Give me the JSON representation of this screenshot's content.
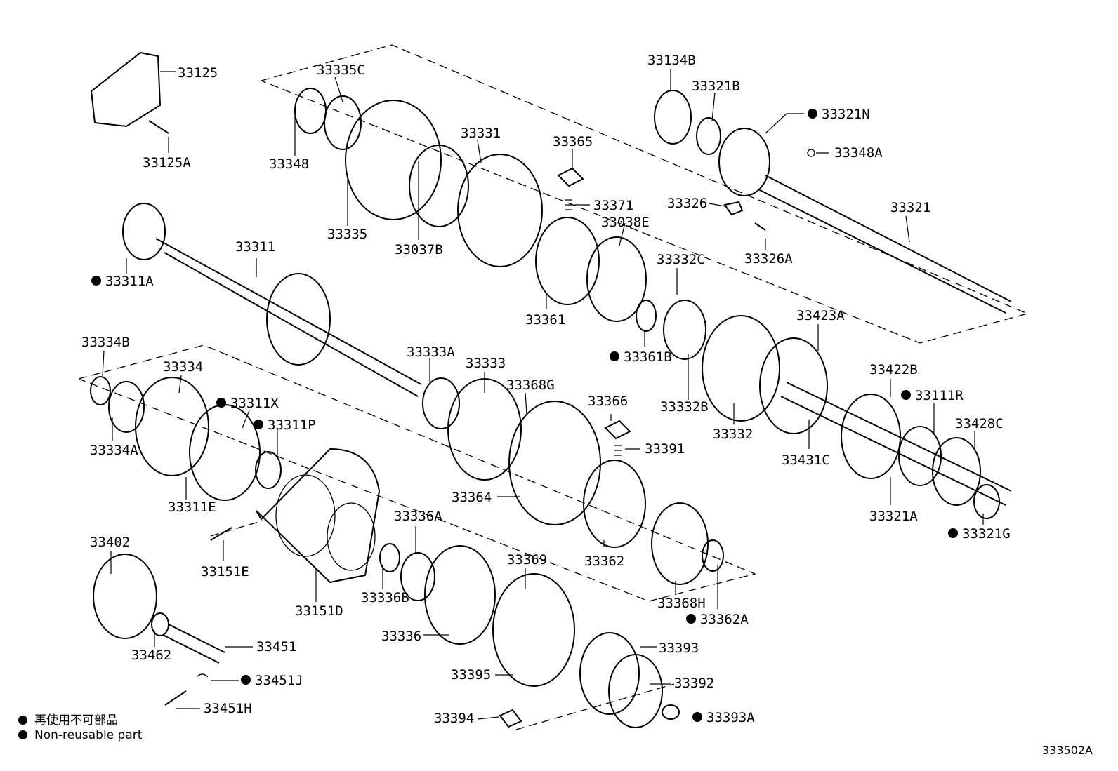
{
  "legend": {
    "jp": "再使用不可部品",
    "en": "Non-reusable part"
  },
  "reference_code": "333502A",
  "parts": [
    {
      "id": "33125",
      "text": "33125",
      "non_reusable": false
    },
    {
      "id": "33125A",
      "text": "33125A",
      "non_reusable": false
    },
    {
      "id": "33335C",
      "text": "33335C",
      "non_reusable": false
    },
    {
      "id": "33348",
      "text": "33348",
      "non_reusable": false
    },
    {
      "id": "33331",
      "text": "33331",
      "non_reusable": false
    },
    {
      "id": "33335",
      "text": "33335",
      "non_reusable": false
    },
    {
      "id": "33037B",
      "text": "33037B",
      "non_reusable": false
    },
    {
      "id": "33365",
      "text": "33365",
      "non_reusable": false
    },
    {
      "id": "33371",
      "text": "33371",
      "non_reusable": false
    },
    {
      "id": "33038E",
      "text": "33038E",
      "non_reusable": false
    },
    {
      "id": "33134B",
      "text": "33134B",
      "non_reusable": false
    },
    {
      "id": "33321B",
      "text": "33321B",
      "non_reusable": false
    },
    {
      "id": "33321N",
      "text": "33321N",
      "non_reusable": true
    },
    {
      "id": "33348A",
      "text": "33348A",
      "non_reusable": false
    },
    {
      "id": "33326",
      "text": "33326",
      "non_reusable": false
    },
    {
      "id": "33321",
      "text": "33321",
      "non_reusable": false
    },
    {
      "id": "33326A",
      "text": "33326A",
      "non_reusable": false
    },
    {
      "id": "33311",
      "text": "33311",
      "non_reusable": false
    },
    {
      "id": "33311A",
      "text": "33311A",
      "non_reusable": true
    },
    {
      "id": "33361",
      "text": "33361",
      "non_reusable": false
    },
    {
      "id": "33332C",
      "text": "33332C",
      "non_reusable": false
    },
    {
      "id": "33423A",
      "text": "33423A",
      "non_reusable": false
    },
    {
      "id": "33361B",
      "text": "33361B",
      "non_reusable": true
    },
    {
      "id": "33332B",
      "text": "33332B",
      "non_reusable": false
    },
    {
      "id": "33332",
      "text": "33332",
      "non_reusable": false
    },
    {
      "id": "33334B",
      "text": "33334B",
      "non_reusable": false
    },
    {
      "id": "33334",
      "text": "33334",
      "non_reusable": false
    },
    {
      "id": "33311X",
      "text": "33311X",
      "non_reusable": true
    },
    {
      "id": "33311P",
      "text": "33311P",
      "non_reusable": true
    },
    {
      "id": "33334A",
      "text": "33334A",
      "non_reusable": false
    },
    {
      "id": "33311E",
      "text": "33311E",
      "non_reusable": false
    },
    {
      "id": "33333A",
      "text": "33333A",
      "non_reusable": false
    },
    {
      "id": "33333",
      "text": "33333",
      "non_reusable": false
    },
    {
      "id": "33368G",
      "text": "33368G",
      "non_reusable": false
    },
    {
      "id": "33366",
      "text": "33366",
      "non_reusable": false
    },
    {
      "id": "33391",
      "text": "33391",
      "non_reusable": false
    },
    {
      "id": "33422B",
      "text": "33422B",
      "non_reusable": false
    },
    {
      "id": "33111R",
      "text": "33111R",
      "non_reusable": true
    },
    {
      "id": "33428C",
      "text": "33428C",
      "non_reusable": false
    },
    {
      "id": "33431C",
      "text": "33431C",
      "non_reusable": false
    },
    {
      "id": "33321A",
      "text": "33321A",
      "non_reusable": false
    },
    {
      "id": "33321G",
      "text": "33321G",
      "non_reusable": true
    },
    {
      "id": "33364",
      "text": "33364",
      "non_reusable": false
    },
    {
      "id": "33362",
      "text": "33362",
      "non_reusable": false
    },
    {
      "id": "33402",
      "text": "33402",
      "non_reusable": false
    },
    {
      "id": "33151E",
      "text": "33151E",
      "non_reusable": false
    },
    {
      "id": "33151D",
      "text": "33151D",
      "non_reusable": false
    },
    {
      "id": "33336A",
      "text": "33336A",
      "non_reusable": false
    },
    {
      "id": "33336B",
      "text": "33336B",
      "non_reusable": false
    },
    {
      "id": "33369",
      "text": "33369",
      "non_reusable": false
    },
    {
      "id": "33368H",
      "text": "33368H",
      "non_reusable": false
    },
    {
      "id": "33362A",
      "text": "33362A",
      "non_reusable": true
    },
    {
      "id": "33336",
      "text": "33336",
      "non_reusable": false
    },
    {
      "id": "33393",
      "text": "33393",
      "non_reusable": false
    },
    {
      "id": "33462",
      "text": "33462",
      "non_reusable": false
    },
    {
      "id": "33451",
      "text": "33451",
      "non_reusable": false
    },
    {
      "id": "33395",
      "text": "33395",
      "non_reusable": false
    },
    {
      "id": "33392",
      "text": "33392",
      "non_reusable": false
    },
    {
      "id": "33451J",
      "text": "33451J",
      "non_reusable": true
    },
    {
      "id": "33451H",
      "text": "33451H",
      "non_reusable": false
    },
    {
      "id": "33394",
      "text": "33394",
      "non_reusable": false
    },
    {
      "id": "33393A",
      "text": "33393A",
      "non_reusable": true
    }
  ]
}
